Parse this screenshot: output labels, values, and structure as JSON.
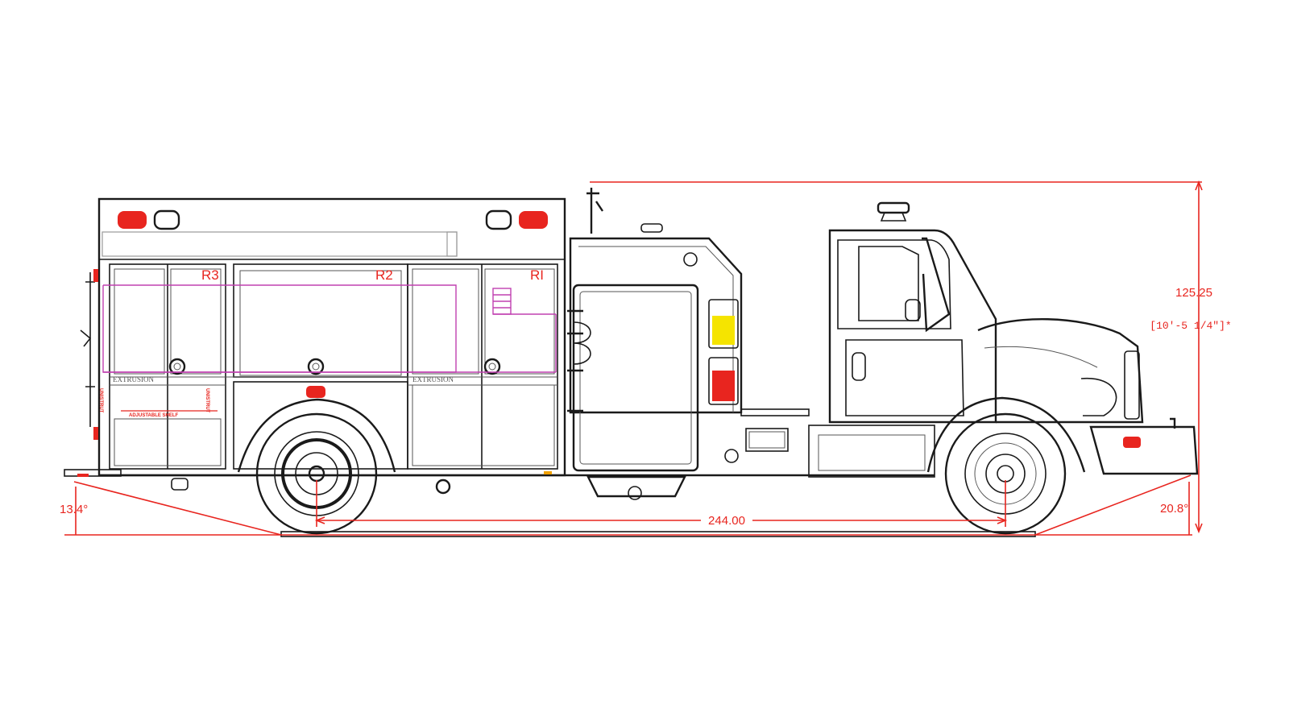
{
  "labels": {
    "compartment_r3": "R3",
    "compartment_r2": "R2",
    "compartment_r1": "RI",
    "extrusion_left": "EXTRUSION",
    "extrusion_right": "EXTRUSION",
    "adjustable_shelf": "ADJUSTABLE SHELF",
    "unistrut_left": "UNISTRUT",
    "unistrut_right": "UNISTRUT"
  },
  "dimensions": {
    "overall_height": "125.25",
    "overall_height_ft": "[10'-5 1/4\"]*",
    "wheelbase": "244.00",
    "departure_angle": "13.4°",
    "approach_angle": "20.8°"
  },
  "colors": {
    "dimension": "#e8251f",
    "linework": "#1a1a1a",
    "hose_bed": "#c040b0",
    "warning_amber": "#f5e400"
  }
}
